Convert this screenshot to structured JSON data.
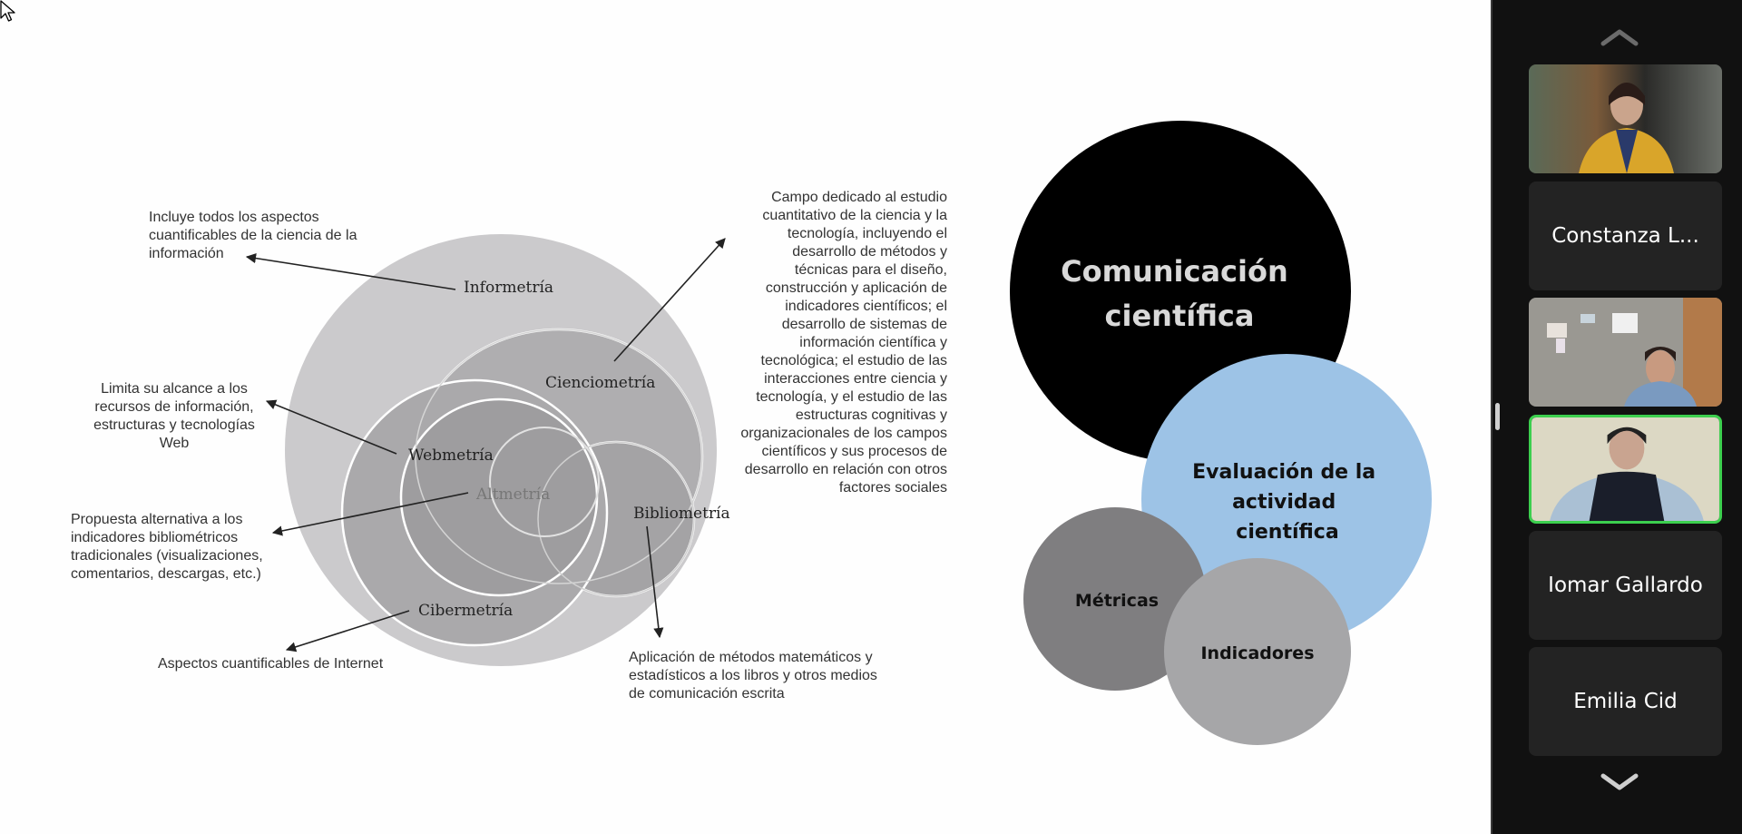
{
  "slide": {
    "left_diagram": {
      "regions": [
        {
          "id": "informetria",
          "label": "Informetría"
        },
        {
          "id": "cienciometria",
          "label": "Cienciometría"
        },
        {
          "id": "webmetria",
          "label": "Webmetría"
        },
        {
          "id": "altmetria",
          "label": "Altmetría"
        },
        {
          "id": "bibliometria",
          "label": "Bibliometría"
        },
        {
          "id": "cibermetria",
          "label": "Cibermetría"
        }
      ],
      "notes": {
        "informetria": "Incluye todos los aspectos\ncuantificables de la ciencia de la\ninformación",
        "webmetria": "Limita su alcance a los\nrecursos de información,\nestructuras y tecnologías\nWeb",
        "altmetria": "Propuesta alternativa a los\nindicadores bibliométricos\ntradicionales (visualizaciones,\ncomentarios, descargas, etc.)",
        "cibermetria": "Aspectos cuantificables de Internet",
        "cienciometria": "Campo dedicado al estudio\ncuantitativo de la ciencia y la\ntecnología, incluyendo el\ndesarrollo de métodos y\ntécnicas para el diseño,\nconstrucción y aplicación de\nindicadores científicos; el\ndesarrollo de sistemas de\ninformación científica y\ntecnológica; el estudio de las\ninteracciones entre ciencia y\ntecnología, y el estudio de las\nestructuras cognitivas y\norganizacionales de los campos\ncientíficos y sus procesos de\ndesarrollo en relación con otros\nfactores sociales",
        "bibliometria": "Aplicación de métodos matemáticos y\nestadísticos a los libros y otros medios\nde comunicación escrita"
      }
    },
    "right_diagram": {
      "bubbles": [
        {
          "id": "comunicacion",
          "lines": [
            "Comunicación",
            "científica"
          ],
          "color": "#000000",
          "text_color": "#d9d9d9"
        },
        {
          "id": "evaluacion",
          "lines": [
            "Evaluación de la",
            "actividad",
            "científica"
          ],
          "color": "#9dc3e6",
          "text_color": "#111111"
        },
        {
          "id": "metricas",
          "lines": [
            "Métricas"
          ],
          "color": "#7f7e80",
          "text_color": "#111111"
        },
        {
          "id": "indicadores",
          "lines": [
            "Indicadores"
          ],
          "color": "#a6a6a8",
          "text_color": "#111111"
        }
      ]
    }
  },
  "participants_panel": {
    "scroll_up_icon": "chevron-up-icon",
    "scroll_down_icon": "chevron-down-icon",
    "active_color": "#3ccf4e",
    "tiles": [
      {
        "type": "video",
        "name": "",
        "active": false
      },
      {
        "type": "name",
        "name": "Constanza L..."
      },
      {
        "type": "video",
        "name": "",
        "active": false
      },
      {
        "type": "video",
        "name": "",
        "active": true
      },
      {
        "type": "name",
        "name": "Iomar Gallardo"
      },
      {
        "type": "name",
        "name": "Emilia Cid"
      }
    ]
  }
}
